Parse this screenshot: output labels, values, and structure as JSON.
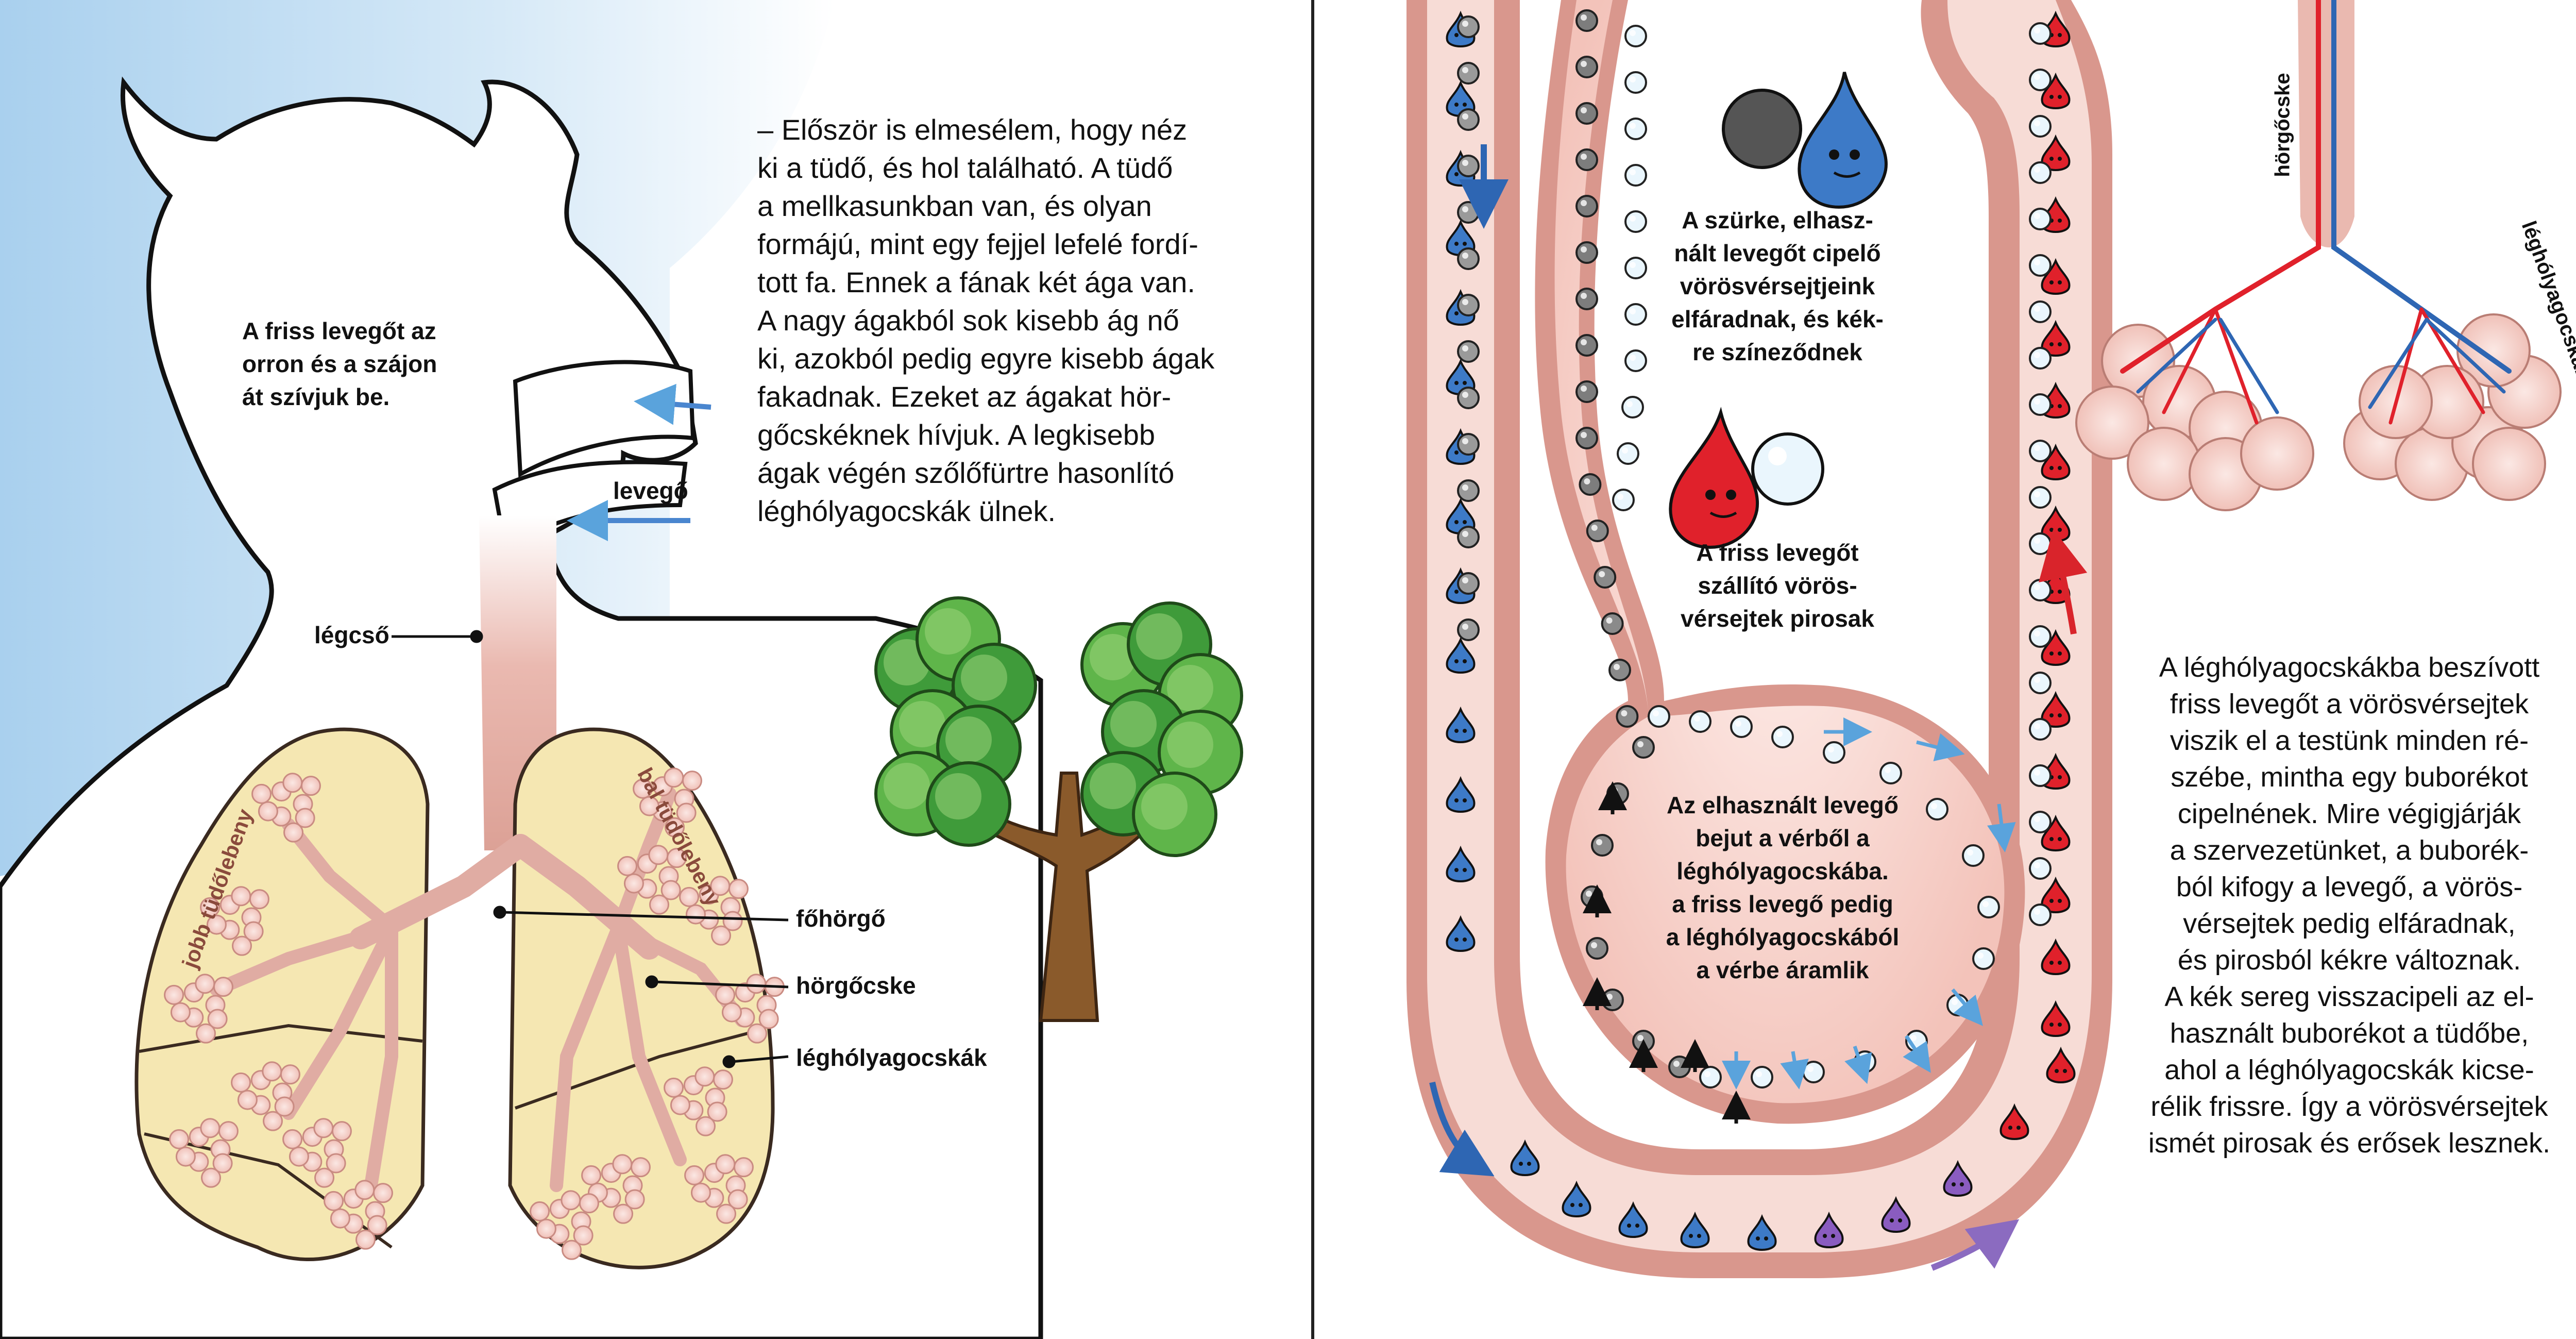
{
  "left_page": {
    "paragraph_lines": [
      "– Először is elmesélem, hogy néz",
      "ki a tüdő, és hol található. A tüdő",
      "a mellkasunkban van, és olyan",
      "formájú, mint egy fejjel lefelé fordí-",
      "tott fa. Ennek a fának két ága van.",
      "A nagy ágakból sok kisebb ág nő",
      "ki, azokból pedig egyre kisebb ágak",
      "fakadnak. Ezeket az ágakat hör-",
      "gőcskéknek hívjuk. A legkisebb",
      "ágak végén szőlőfürtre hasonlító",
      "léghólyagocskák ülnek."
    ],
    "intake_caption": [
      "A friss levegőt az",
      "orron és a szájon",
      "át szívjuk be."
    ],
    "labels": {
      "air": "levegő",
      "trachea": "légcső",
      "right_lobe": "jobb tüdőlebeny",
      "left_lobe": "bal tüdőlebeny",
      "main_bronchus": "főhörgő",
      "bronchiole": "hörgőcske",
      "alveoli": "léghólyagocskák"
    }
  },
  "right_page": {
    "tired_caption": [
      "A szürke, elhasz-",
      "nált levegőt cipelő",
      "vörösvérsejtjeink",
      "elfáradnak, és kék-",
      "re színeződnek"
    ],
    "fresh_caption": [
      "A friss levegőt",
      "szállító vörös-",
      "vérsejtek pirosak"
    ],
    "exchange_caption": [
      "Az elhasznált levegő",
      "bejut a vérből a",
      "léghólyagocskába.",
      "a friss levegő pedig",
      "a léghólyagocskából",
      "a vérbe áramlik"
    ],
    "side_caption": [
      "A léghólyagocskákba beszívott",
      "friss levegőt a vörösvérsejtek",
      "viszik el a testünk minden ré-",
      "szébe, mintha egy buborékot",
      "cipelnének. Mire végigjárják",
      "a szervezetünket, a bubor­ék-",
      "ból kifogy a levegő, a vörös-",
      "vérsejtek pedig elfáradnak,",
      "és pirosból kékre változnak.",
      "A kék sereg visszacipeli az el-",
      "használt buborékot a tüdőbe,",
      "ahol a léghólyagocskák kicse-",
      "rélik frissre. Így a vörösvérsejtek",
      "ismét pirosak és erősek lesznek."
    ],
    "inset_labels": {
      "bronchiole": "hörgőcske",
      "alveoli": "léghólyagocskák"
    }
  },
  "colors": {
    "sky": "#b9daf2",
    "lung_fill": "#f5e7b2",
    "lung_outline": "#3a2a20",
    "airway": "#e9b7ae",
    "vessel_outer": "#d18c82",
    "vessel_inner": "#f6d9d3",
    "red_cell": "#e0212b",
    "blue_cell": "#3d7ac7",
    "purple_cell": "#8a5cc0",
    "arrow_blue": "#2e66b3",
    "arrow_red": "#d9242b",
    "arrow_purple": "#8b6bc0",
    "tree_leaf": "#3f9b3a",
    "tree_trunk": "#8a5a2b",
    "divider": "#222222"
  }
}
